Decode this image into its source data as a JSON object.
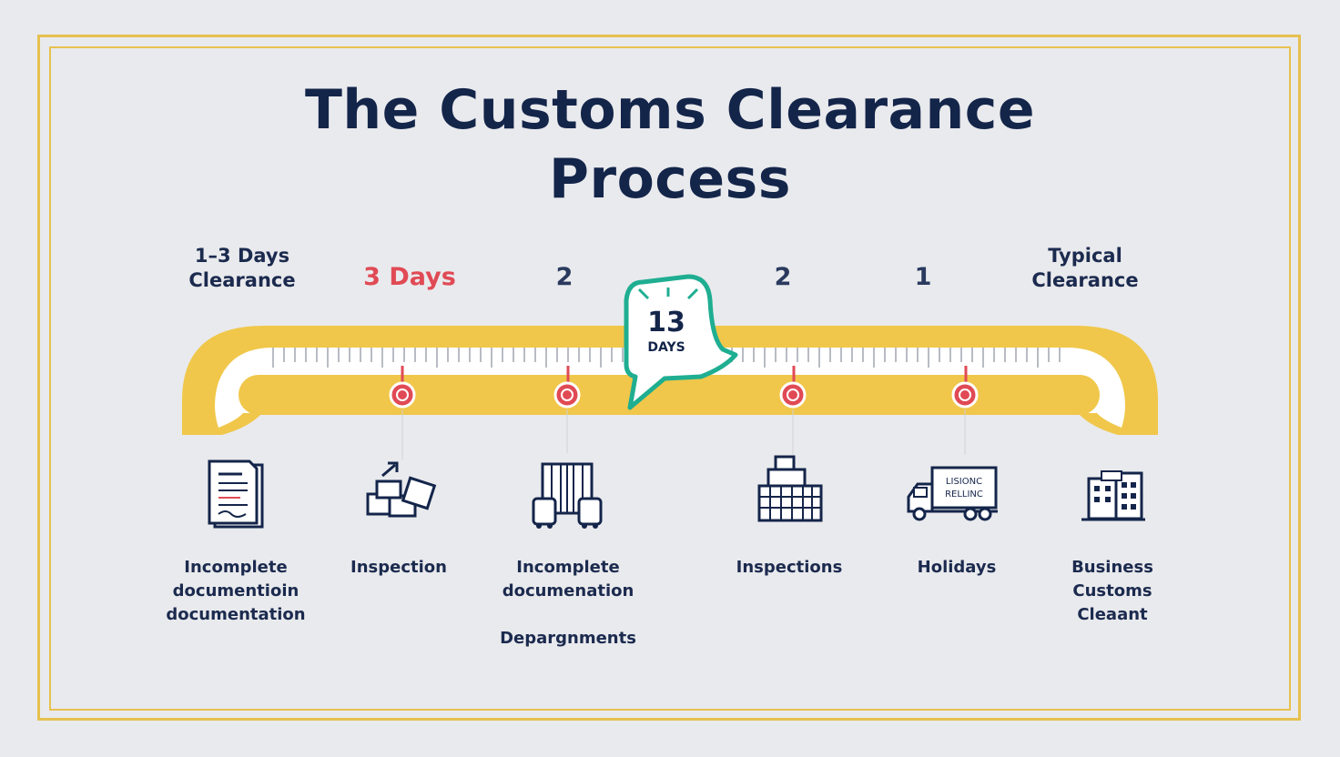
{
  "title": {
    "line1": "The Customs Clearance",
    "line2": "Process"
  },
  "top_labels": {
    "left": [
      "1–3 Days",
      "Clearance"
    ],
    "m1": "3 Days",
    "m2": "2",
    "m3": "2",
    "m4": "1",
    "right": [
      "Typical",
      "Clearance"
    ]
  },
  "center_badge": {
    "number": "13",
    "unit": "DAYS"
  },
  "items": [
    {
      "lines": [
        "Incomplete",
        "documentioin",
        "documentation"
      ]
    },
    {
      "lines": [
        "Inspection"
      ]
    },
    {
      "lines": [
        "Incomplete",
        "documenation",
        "",
        "Depargnments"
      ]
    },
    {
      "lines": [
        "Inspections"
      ]
    },
    {
      "lines": [
        "Holidays"
      ]
    },
    {
      "lines": [
        "Business",
        "Customs",
        "Cleaant"
      ]
    }
  ],
  "truck_sign": [
    "LISIONC",
    "RELLINC"
  ],
  "colors": {
    "navy": "#14254a",
    "yellow": "#f0c74a",
    "red": "#e04a55",
    "teal": "#1fae91",
    "frame": "#e6c14f"
  }
}
